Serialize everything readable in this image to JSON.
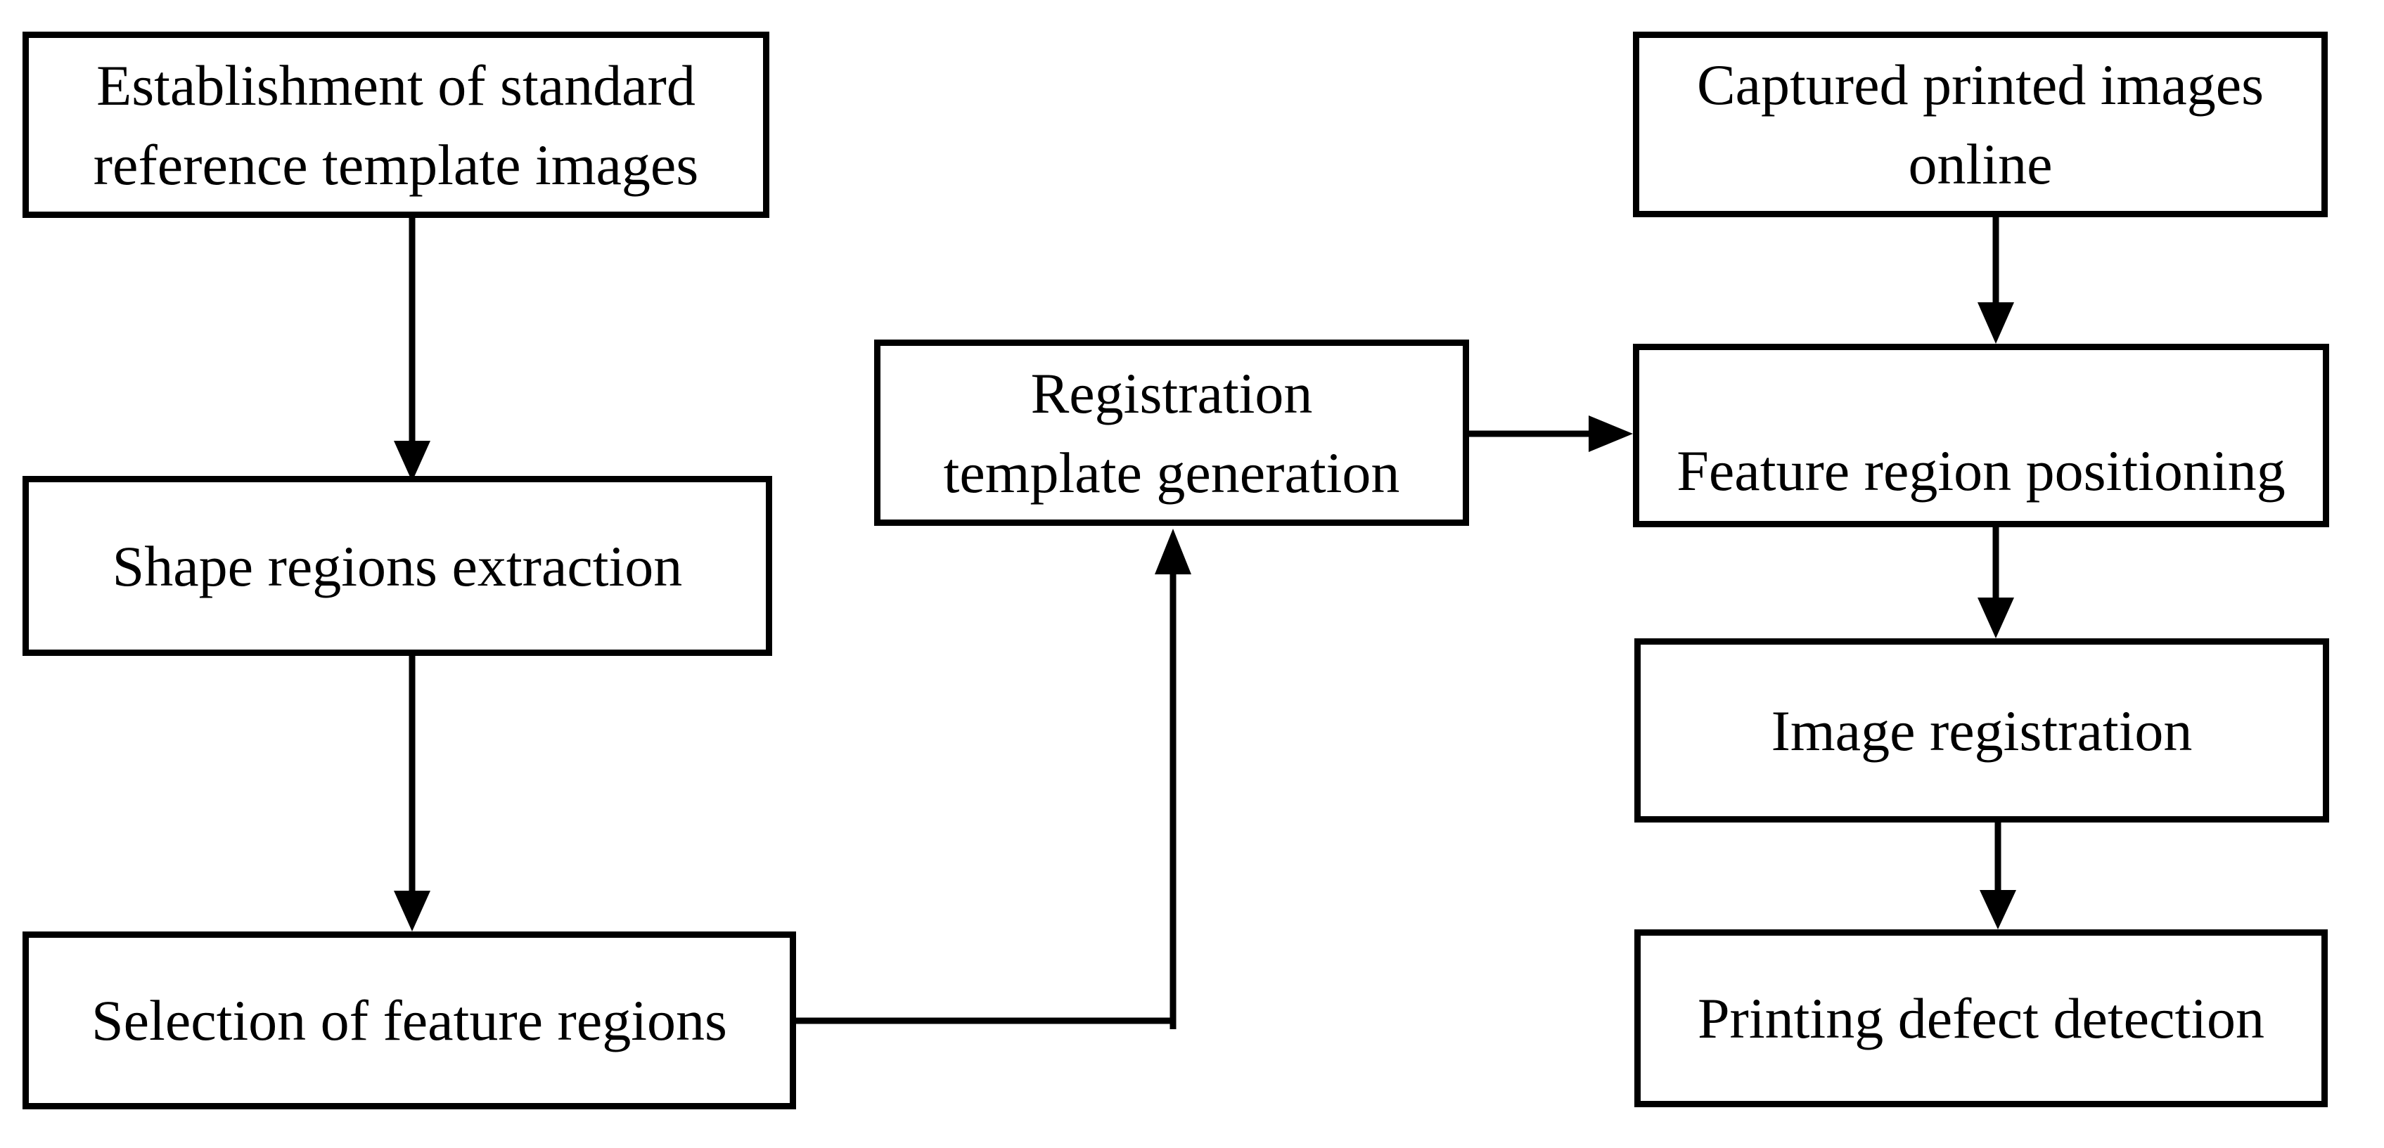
{
  "figure": {
    "type": "flowchart",
    "background": "#ffffff",
    "colors": {
      "line": "#000000",
      "box_border": "#000000",
      "box_fill": "#ffffff",
      "text": "#000000"
    }
  },
  "diagram": {
    "nodes": {
      "establishment": {
        "label": "Establishment of standard reference template images",
        "lines": [
          "Establishment of standard",
          "reference template images"
        ]
      },
      "shape_extraction": {
        "label": "Shape regions extraction",
        "lines": [
          "Shape regions extraction"
        ]
      },
      "feature_selection": {
        "label": "Selection of feature regions",
        "lines": [
          "Selection of feature regions"
        ]
      },
      "registration_template": {
        "label": "Registration template generation",
        "lines": [
          "Registration",
          "template generation"
        ]
      },
      "captured_online": {
        "label": "Captured printed images online",
        "lines": [
          "Captured printed images",
          "online"
        ]
      },
      "feature_positioning": {
        "label": "Feature region positioning",
        "lines": [
          "Feature region positioning"
        ]
      },
      "image_registration": {
        "label": "Image registration",
        "lines": [
          "Image registration"
        ]
      },
      "defect_detection": {
        "label": "Printing defect detection",
        "lines": [
          "Printing defect detection"
        ]
      }
    },
    "edges": [
      {
        "from": "establishment",
        "to": "shape_extraction",
        "style": "arrow-down"
      },
      {
        "from": "shape_extraction",
        "to": "feature_selection",
        "style": "arrow-down"
      },
      {
        "from": "feature_selection",
        "to": "registration_template",
        "style": "elbow-right-then-up"
      },
      {
        "from": "registration_template",
        "to": "feature_positioning",
        "style": "arrow-right"
      },
      {
        "from": "captured_online",
        "to": "feature_positioning",
        "style": "arrow-down"
      },
      {
        "from": "feature_positioning",
        "to": "image_registration",
        "style": "arrow-down"
      },
      {
        "from": "image_registration",
        "to": "defect_detection",
        "style": "arrow-down"
      }
    ]
  }
}
